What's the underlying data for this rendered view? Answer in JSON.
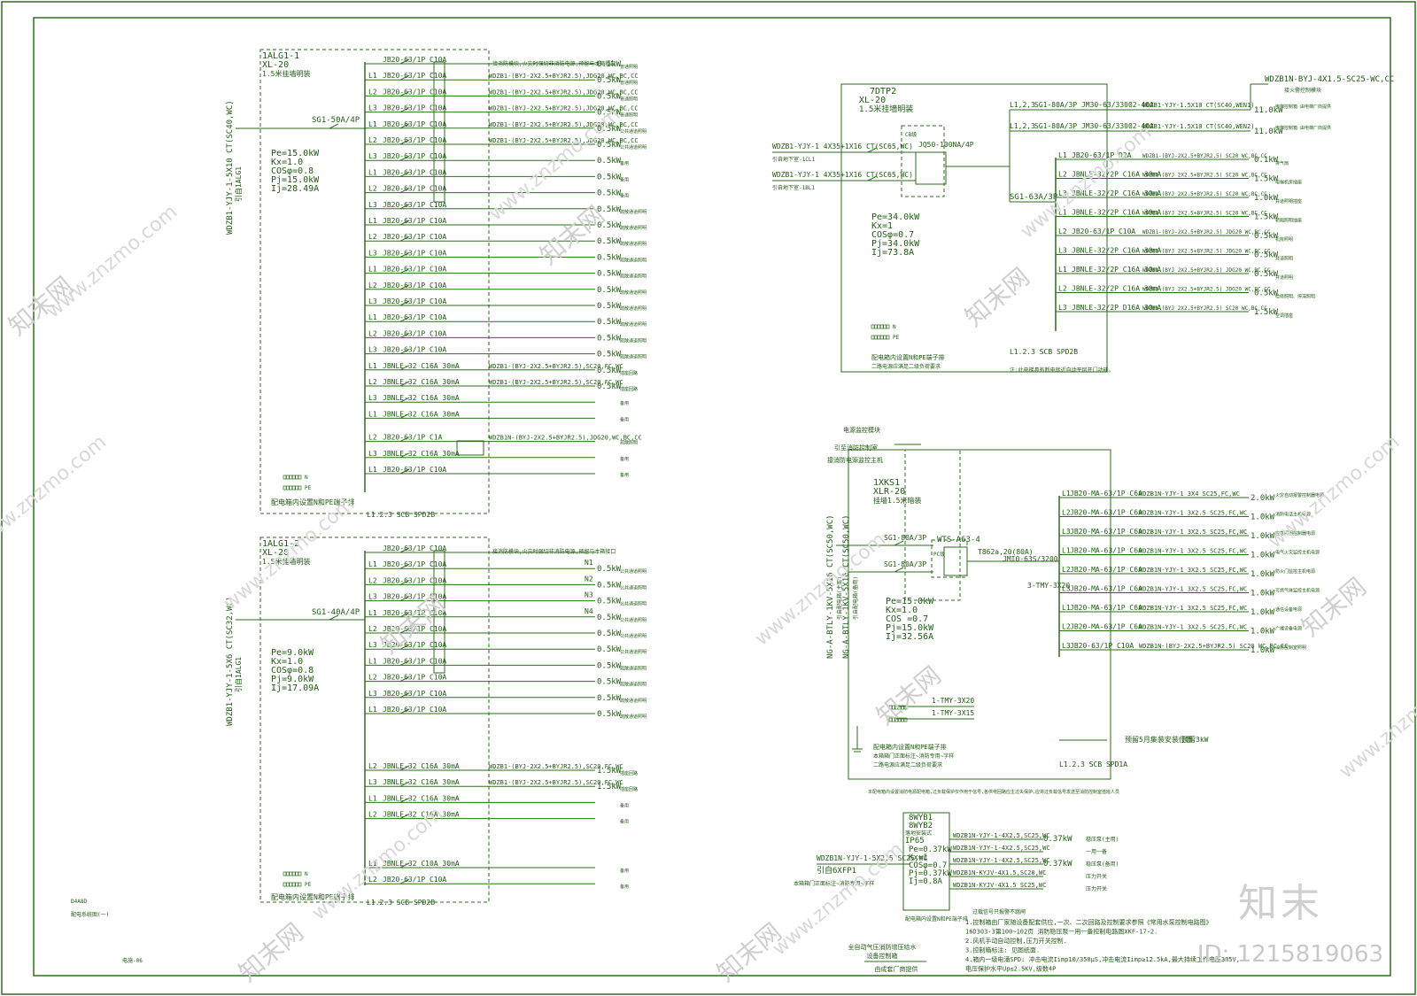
{
  "panels": {
    "p1": {
      "id": "1ALG1-1",
      "model": "XL-20",
      "install": "1.5米挂墙明装",
      "feeder": "WDZB1-YJY-1-5X10 CT(SC40,WC)",
      "from": "引自1ALG1",
      "main_breaker": "SG1-50A/4P",
      "pe": "Pe=15.0kW",
      "kx": "Kx=1.0",
      "cos": "COSφ=0.8",
      "pj": "Pj=15.0kW",
      "ij": "Ij=28.49A",
      "note_top": "接消防模块,火灾时强切非消防电源,预留与本箱接口",
      "terminals": "配电箱内设置N和PE端子排",
      "spd": "L1.2.3   SCB  SPD2B",
      "branches": [
        {
          "ph": "",
          "brk": "JB20-63/1P C10A",
          "cable": "",
          "kw": "0.5kW",
          "use": "普通照明"
        },
        {
          "ph": "L1",
          "brk": "JB20-63/1P C10A",
          "cable": "WDZB1-(BYJ-2X2.5+BYJR2.5),JDG20,WC,BC,CC",
          "kw": "0.5kW",
          "use": "普通照明"
        },
        {
          "ph": "L2",
          "brk": "JB20-63/1P C10A",
          "cable": "WDZB1-(BYJ-2X2.5+BYJR2.5),JDG20,WC,BC,CC",
          "kw": "0.5kW",
          "use": "普通照明"
        },
        {
          "ph": "L3",
          "brk": "JB20-63/1P C10A",
          "cable": "WDZB1-(BYJ-2X2.5+BYJR2.5),JDG20,WC,BC,CC",
          "kw": "0.5kW",
          "use": "普通照明"
        },
        {
          "ph": "L1",
          "brk": "JB20-63/1P C10A",
          "cable": "WDZB1-(BYJ-2X2.5+BYJR2.5),JDG20,WC,BC,CC",
          "kw": "0.5kW",
          "use": "公共通道照明"
        },
        {
          "ph": "L2",
          "brk": "JB20-63/1P C10A",
          "cable": "WDZB1-(BYJ-2X2.5+BYJR2.5),JDG20,WC,BC,CC",
          "kw": "0.5kW",
          "use": "公共通道照明"
        },
        {
          "ph": "L3",
          "brk": "JB20-63/1P C10A",
          "cable": "",
          "kw": "0.5kW",
          "use": "备用"
        },
        {
          "ph": "L1",
          "brk": "JB20-63/1P C10A",
          "cable": "",
          "kw": "0.5kW",
          "use": "备用"
        },
        {
          "ph": "L2",
          "brk": "JB20-63/1P C10A",
          "cable": "",
          "kw": "0.5kW",
          "use": "备用"
        },
        {
          "ph": "L3",
          "brk": "JB20-63/1P C10A",
          "cable": "",
          "kw": "0.5kW",
          "use": "疏散通道照明"
        },
        {
          "ph": "L1",
          "brk": "JB20-63/1P C10A",
          "cable": "",
          "kw": "0.5kW",
          "use": "疏散通道照明"
        },
        {
          "ph": "L2",
          "brk": "JB20-63/1P C10A",
          "cable": "",
          "kw": "0.5kW",
          "use": "疏散通道照明"
        },
        {
          "ph": "L3",
          "brk": "JB20-63/1P C10A",
          "cable": "",
          "kw": "0.5kW",
          "use": "疏散通道照明"
        },
        {
          "ph": "L1",
          "brk": "JB20-63/1P C10A",
          "cable": "",
          "kw": "0.5kW",
          "use": "疏散通道照明"
        },
        {
          "ph": "L2",
          "brk": "JB20-63/1P C10A",
          "cable": "",
          "kw": "0.5kW",
          "use": "疏散通道照明"
        },
        {
          "ph": "L3",
          "brk": "JB20-63/1P C10A",
          "cable": "",
          "kw": "0.5kW",
          "use": "疏散通道照明"
        },
        {
          "ph": "L1",
          "brk": "JB20-63/1P C10A",
          "cable": "",
          "kw": "0.5kW",
          "use": "疏散通道照明"
        },
        {
          "ph": "L2",
          "brk": "JB20-63/1P C10A",
          "cable": "",
          "kw": "0.5kW",
          "use": "疏散通道照明"
        },
        {
          "ph": "L3",
          "brk": "JB20-63/1P C10A",
          "cable": "",
          "kw": "0.5kW",
          "use": "疏散通道照明"
        },
        {
          "ph": "L1",
          "brk": "JBNLE-32 C16A 30mA",
          "cable": "WDZB1-(BYJ-2X2.5+BYJR2.5),SC20,FC,WC",
          "kw": "0.5kW",
          "use": "插座回路"
        },
        {
          "ph": "L2",
          "brk": "JBNLE-32 C16A 30mA",
          "cable": "WDZB1-(BYJ-2X2.5+BYJR2.5),SC20,FC,WC",
          "kw": "0.5kW",
          "use": "插座回路"
        },
        {
          "ph": "L3",
          "brk": "JBNLE-32 C16A 30mA",
          "cable": "",
          "kw": "",
          "use": "备用"
        },
        {
          "ph": "L1",
          "brk": "JBNLE-32 C16A 30mA",
          "cable": "",
          "kw": "",
          "use": "备用"
        },
        {
          "ph": "L2",
          "brk": "JB20-63/1P C1A",
          "cable": "WDZB1N-(BYJ-2X2.5+BYJR2.5),JDG20,WC,BC,CC",
          "kw": "",
          "use": "疏散照明"
        },
        {
          "ph": "L3",
          "brk": "JBNLE-32 C16A 30mA",
          "cable": "",
          "kw": "",
          "use": "备用"
        },
        {
          "ph": "L1",
          "brk": "JB20-63/1P C10A",
          "cable": "",
          "kw": "",
          "use": "备用"
        }
      ]
    },
    "p2": {
      "id": "1ALG1-2",
      "model": "XL-20",
      "install": "1.5米挂墙明装",
      "feeder": "WDZB1-YJY-1-5X6 CT(SC32,WC)",
      "from": "引自1ALG1",
      "main_breaker": "SG1-40A/4P",
      "pe": "Pe=9.0kW",
      "kx": "Kx=1.0",
      "cos": "COSφ=0.8",
      "pj": "Pj=9.0kW",
      "ij": "Ij=17.09A",
      "note_top": "接消防模块,火灾时强切非消防电源,预留与本箱接口",
      "terminals": "配电箱内设置N和PE端子排",
      "spd": "L1.2.3   SCB  SPD2B",
      "branches": [
        {
          "ph": "",
          "brk": "JB20-63/1P C10A",
          "n": "",
          "kw": "",
          "use": ""
        },
        {
          "ph": "L1",
          "brk": "JB20-63/1P C10A",
          "n": "N1",
          "kw": "0.5kW",
          "use": "公共通道照明"
        },
        {
          "ph": "L2",
          "brk": "JB20-63/1P C10A",
          "n": "N2",
          "kw": "0.5kW",
          "use": "公共通道照明"
        },
        {
          "ph": "L3",
          "brk": "JB20-63/1P C10A",
          "n": "N3",
          "kw": "0.5kW",
          "use": "公共通道照明"
        },
        {
          "ph": "L1",
          "brk": "JB20-63/1P C10A",
          "n": "N4",
          "kw": "0.5kW",
          "use": "公共通道照明"
        },
        {
          "ph": "L2",
          "brk": "JB20-63/1P C10A",
          "n": "",
          "kw": "0.5kW",
          "use": "公共通道照明"
        },
        {
          "ph": "L3",
          "brk": "JB20-63/1P C10A",
          "n": "",
          "kw": "0.5kW",
          "use": "公共通道照明"
        },
        {
          "ph": "L1",
          "brk": "JB20-63/1P C10A",
          "n": "",
          "kw": "0.5kW",
          "use": "疏散通道照明"
        },
        {
          "ph": "L2",
          "brk": "JB20-63/1P C10A",
          "n": "",
          "kw": "0.5kW",
          "use": "疏散通道照明"
        },
        {
          "ph": "L3",
          "brk": "JB20-63/1P C10A",
          "n": "",
          "kw": "0.5kW",
          "use": "疏散通道照明"
        },
        {
          "ph": "L1",
          "brk": "JB20-63/1P C10A",
          "n": "",
          "kw": "0.5kW",
          "use": "疏散通道照明"
        }
      ],
      "rcd": [
        {
          "ph": "L2",
          "brk": "JBNLE-32 C16A 30mA",
          "cable": "WDZB1-(BYJ-2X2.5+BYJR2.5),SC20,FC,WC",
          "kw": "1.5kW",
          "use": "插座回路"
        },
        {
          "ph": "L3",
          "brk": "JBNLE-32 C16A 30mA",
          "cable": "WDZB1-(BYJ-2X2.5+BYJR2.5),SC20,FC,WC",
          "kw": "1.5kW",
          "use": "插座回路"
        },
        {
          "ph": "L1",
          "brk": "JBNLE-32 C16A 30mA",
          "cable": "",
          "kw": "",
          "use": "备用"
        },
        {
          "ph": "L2",
          "brk": "JBNLE-32 C16A 30mA",
          "cable": "",
          "kw": "",
          "use": "备用"
        }
      ],
      "spare": [
        {
          "ph": "L1",
          "brk": "JBNLE-32 C10A 30mA",
          "use": "备用"
        },
        {
          "ph": "L2",
          "brk": "JB20-63/1P C10A",
          "use": "备用"
        }
      ]
    },
    "p3": {
      "id": "7DTP2",
      "model": "XL-20",
      "install": "1.5米挂墙明装",
      "in1": "WDZB1-YJY-1 4X35+1X16 CT(SC65,WC)",
      "in1_from": "引自地下室-1CL1",
      "in2": "WDZB1-YJY-1 4X35+1X16 CT(SC65,WC)",
      "in2_from": "引自地下室-1BL1",
      "ats": "JQ50-100NA/4P",
      "cb": "CB级",
      "pe": "Pe=34.0kW",
      "kx": "Kx=1",
      "cos": "COSφ=0.7",
      "pj": "Pj=34.0kW",
      "ij": "Ij=73.8A",
      "note": "配电箱内设置N和PE端子排",
      "note2": "二路电源应满足二级负荷要求",
      "spd": "L1.2.3   SCB  SPD2B",
      "spd_note": "注:此电梯具有断电就近自动平层开门功能。",
      "top_cable": "WDZB1N-BYJ-4X1.5-SC25-WC,CC",
      "top_note": "接火警控制模块",
      "elevator": [
        {
          "ph": "L1,2,3",
          "brk": "SG1-80A/3P  JM30-63/33002-40A",
          "cable": "WDZB1-YJY-1.5X10 CT(SC40,WEN1)",
          "kw": "11.0kW",
          "use": "电梯控制箱  由电梯厂商提供"
        },
        {
          "ph": "L1,2,3",
          "brk": "SG1-80A/3P  JM30-63/33002-40A",
          "cable": "WDZB1-YJY-1.5X10 CT(SC40,WEN2)",
          "kw": "11.0kW",
          "use": "电梯控制箱  由电梯厂商提供"
        }
      ],
      "sub_breaker": "SG1-63A/3P",
      "branches": [
        {
          "ph": "L1",
          "brk": "JB20-63/1P D2A",
          "cable": "WDZB1-(BYJ-2X2.5+BYJR2.5) SC20 WC,BC,CC",
          "kw": "0.1kW",
          "use": "排气扇"
        },
        {
          "ph": "L2",
          "brk": "JBNLE-32/2P C16A 30mA",
          "cable": "WDZB1-(BYJ 2X2.5+BYJR2.5) SC20 WC,BC,CC",
          "kw": "1.5kW",
          "use": "电梯机房插座"
        },
        {
          "ph": "L3",
          "brk": "JBNLE-32/2P C16A 30mA",
          "cable": "WDZB1-(BYJ 2X2.5+BYJR2.5) SC20 WC,BC,CC",
          "kw": "1.0kW",
          "use": "井道照明插座"
        },
        {
          "ph": "L1",
          "brk": "JBNLE-32/2P C16A 30mA",
          "cable": "WDZB1-(BYJ 2X2.5+BYJR2.5) SC20 WC,BC,CC",
          "kw": "1.5kW",
          "use": "轿厢照明插座"
        },
        {
          "ph": "L2",
          "brk": "JB20-63/1P C10A",
          "cable": "WDZB1-(BYJ-2X2.5+BYJR2.5) JDG20 WC,BC,CC",
          "kw": "0.5kW",
          "use": "机房照明"
        },
        {
          "ph": "L3",
          "brk": "JBNLE-32/2P C16A 30mA",
          "cable": "WDZB1-(BYJ 2X2.5+BYJR2.5) JDG20 WC,BC,CC",
          "kw": "0.5kW",
          "use": "井道照明"
        },
        {
          "ph": "L1",
          "brk": "JBNLE-32/2P C16A 30mA",
          "cable": "WDZB1-(BYJ 2X2.5+BYJR2.5) JDG20 WC,BC,CC",
          "kw": "0.5kW",
          "use": "井道照明"
        },
        {
          "ph": "L2",
          "brk": "JBNLE-32/2P C16A 30mA",
          "cable": "WDZB1-(BYJ 2X2.5+BYJR2.5) JDG20 WC,BC,CC",
          "kw": "0.5kW",
          "use": "检修照明、停滞照明"
        },
        {
          "ph": "L3",
          "brk": "JBNLE-32/2P D16A 30mA",
          "cable": "WDZB1-(BYJ 2X2.5+BYJR2.5) SC20 WC,BC,CC",
          "kw": "1.5kW",
          "use": "空调插座"
        }
      ]
    },
    "p4": {
      "id": "1XKS1",
      "model": "XLR-20",
      "install": "挂墙1.5米暗装",
      "monitor1": "电源监控模块",
      "monitor2": "引至消防控制室",
      "monitor3": "接消防电源监控主机",
      "in1": "NG-A-BTLY-1KV-5X16 CT(SC50,WC)",
      "in1_from": "引自配电箱(主用)",
      "in2": "NG-A-BTLY-1KV-5X16 CT(SC50,WC)",
      "in2_from": "引自配电箱(备用)",
      "brk1": "SG1-80A/3P",
      "brk2": "SG1-80A/3P",
      "ats": "WTS-A63-4",
      "pc": "PC级",
      "bus": "T862a,20(80A)",
      "bus2": "JMI0-63S/3200",
      "bus3": "3-TMY-3X20",
      "pe": "Pe=15.0kW",
      "kx": "Kx=1.0",
      "cos": "COS =0.7",
      "pj": "Pj=15.0kW",
      "ij": "Ij=32.56A",
      "tmy1": "1-TMY-3X20",
      "tmy2": "1-TMY-3X15",
      "note": "配电箱内设置N和PE端子排",
      "note2": "本箱箱门正面标注~消防专用~字样",
      "note3": "二路电源应满足二级负荷要求",
      "spd": "L1.2.3   SCB  SPD1A",
      "reserve": "预留5月集装安装位置",
      "reserve_kw": "预留3kW",
      "footnote": "本配电箱内设置消防电源配电箱,过负载保护仅作用于信号,各供电回路应主过失保护,应将过负载信号发送至消防控制室值班人员",
      "branches": [
        {
          "ph": "L1",
          "brk": "JB20-MA-63/1P C6A",
          "cable": "WDZB1N-YJY-1 3X4 SC25,FC,WC",
          "kw": "2.0kW",
          "use": "火灾自动报警控制器电源"
        },
        {
          "ph": "L2",
          "brk": "JB20-MA-63/1P C6A",
          "cable": "WDZB1N-YJY-1 3X2.5 SC25,FC,WC",
          "kw": "1.0kW",
          "use": "消防电话主机电源"
        },
        {
          "ph": "L3",
          "brk": "JB20-MA-63/1P C6A",
          "cable": "WDZB1N-YJY-1 3X2.5 SC25,FC,WC",
          "kw": "1.0kW",
          "use": "应急照明控制器电源"
        },
        {
          "ph": "L1",
          "brk": "JB20-MA-63/1P C6A",
          "cable": "WDZB1N-YJY-1 3X2.5 SC25,FC,WC",
          "kw": "1.0kW",
          "use": "电气火灾监控主机电源"
        },
        {
          "ph": "L2",
          "brk": "JB20-MA-63/1P C6A",
          "cable": "WDZB1N-YJY-1 3X2.5 SC25,FC,WC",
          "kw": "1.0kW",
          "use": "防火门监控主机电源"
        },
        {
          "ph": "L3",
          "brk": "JB20-MA-63/1P C6A",
          "cable": "WDZB1N-YJY-1 3X2.5 SC25,FC,WC",
          "kw": "1.0kW",
          "use": "可燃气体监控主机电源"
        },
        {
          "ph": "L1",
          "brk": "JB20-MA-63/1P C6A",
          "cable": "WDZB1N-YJY-1 3X2.5 SC25,FC,WC",
          "kw": "1.0kW",
          "use": "通信设备电源"
        },
        {
          "ph": "L2",
          "brk": "JB20-MA-63/1P C6A",
          "cable": "WDZB1N-YJY-1 3X2.5 SC25,FC,WC",
          "kw": "1.0kW",
          "use": "广播设备电源"
        },
        {
          "ph": "L3",
          "brk": "JB20-63/1P C10A",
          "cable": "WDZB1N-(BYJ-2X2.5+BYJR2.5) SC20 WC,BC,CC",
          "kw": "1.0kW",
          "use": "消防控制室照明"
        }
      ]
    },
    "p5": {
      "id1": "8WYB1",
      "id2": "8WYB2",
      "desc": "落地安装式",
      "ip": "IP65",
      "feeder": "WDZB1N-YJY-1-5X2.5 SC25,WC",
      "from": "引自6XFP1",
      "pe": "Pe=0.37kW",
      "kx": "Kx=1",
      "cos": "COSφ=0.7",
      "pj": "Pj=0.37kW",
      "ij": "Ij=0.8A",
      "note": "本箱箱门正面标注~消防专用~字样",
      "note2": "配电箱内设置N和PE端子排",
      "title1": "全自动气压消防增压给水",
      "title2": "设备控制箱",
      "title3": "由成套厂商提供",
      "lines": [
        {
          "cable": "WDZB1N-YJY-1-4X2.5,SC25,WC",
          "kw": "0.37kW",
          "use": "稳压泵(主用)"
        },
        {
          "cable": "WDZB1N-YJY-1-4X2.5,SC25,WC",
          "kw": "",
          "use": "一用一备"
        },
        {
          "cable": "WDZB1N-YJY-1-4X2.5,SC25,WC",
          "kw": "0.37kW",
          "use": "稳压泵(备用)"
        },
        {
          "cable": "WDZB1N-KYJV-4X1.5,SC20,WC",
          "kw": "",
          "use": "压力开关"
        },
        {
          "cable": "WDZB1N-KYJV-4X1.5 SC25,WC",
          "kw": "",
          "use": "压力开关"
        }
      ],
      "notes_title": "过载信号只报警不跳闸",
      "notes": [
        "1.控制箱由厂家随设备配套供应,一次、二次回路及控制要求参照《常用水泵控制电路图》",
        "  16D303-3第100~102页 消防稳压泵一用一备控制电路图XKF-17-2.",
        "2.风机手动自动控制,压力开关控制.",
        "3.控制箱标注: 见图纸面.",
        "4.箱内一级电涌SPD: 冲击电流Iimp10/350μS,冲击电流Iimp≥12.5kA,最大持续工作电压385V,",
        "  电压保护水平Up≤2.5KV,级数4P"
      ]
    }
  },
  "sheet": {
    "left_note1": "D4A8D",
    "left_note2": "配电系统图(一)",
    "bottom_left": "电施-06"
  },
  "watermark": {
    "site": "www.znzmo.com",
    "brand": "知末网",
    "logo": "知末",
    "id": "ID: 1215819063"
  }
}
